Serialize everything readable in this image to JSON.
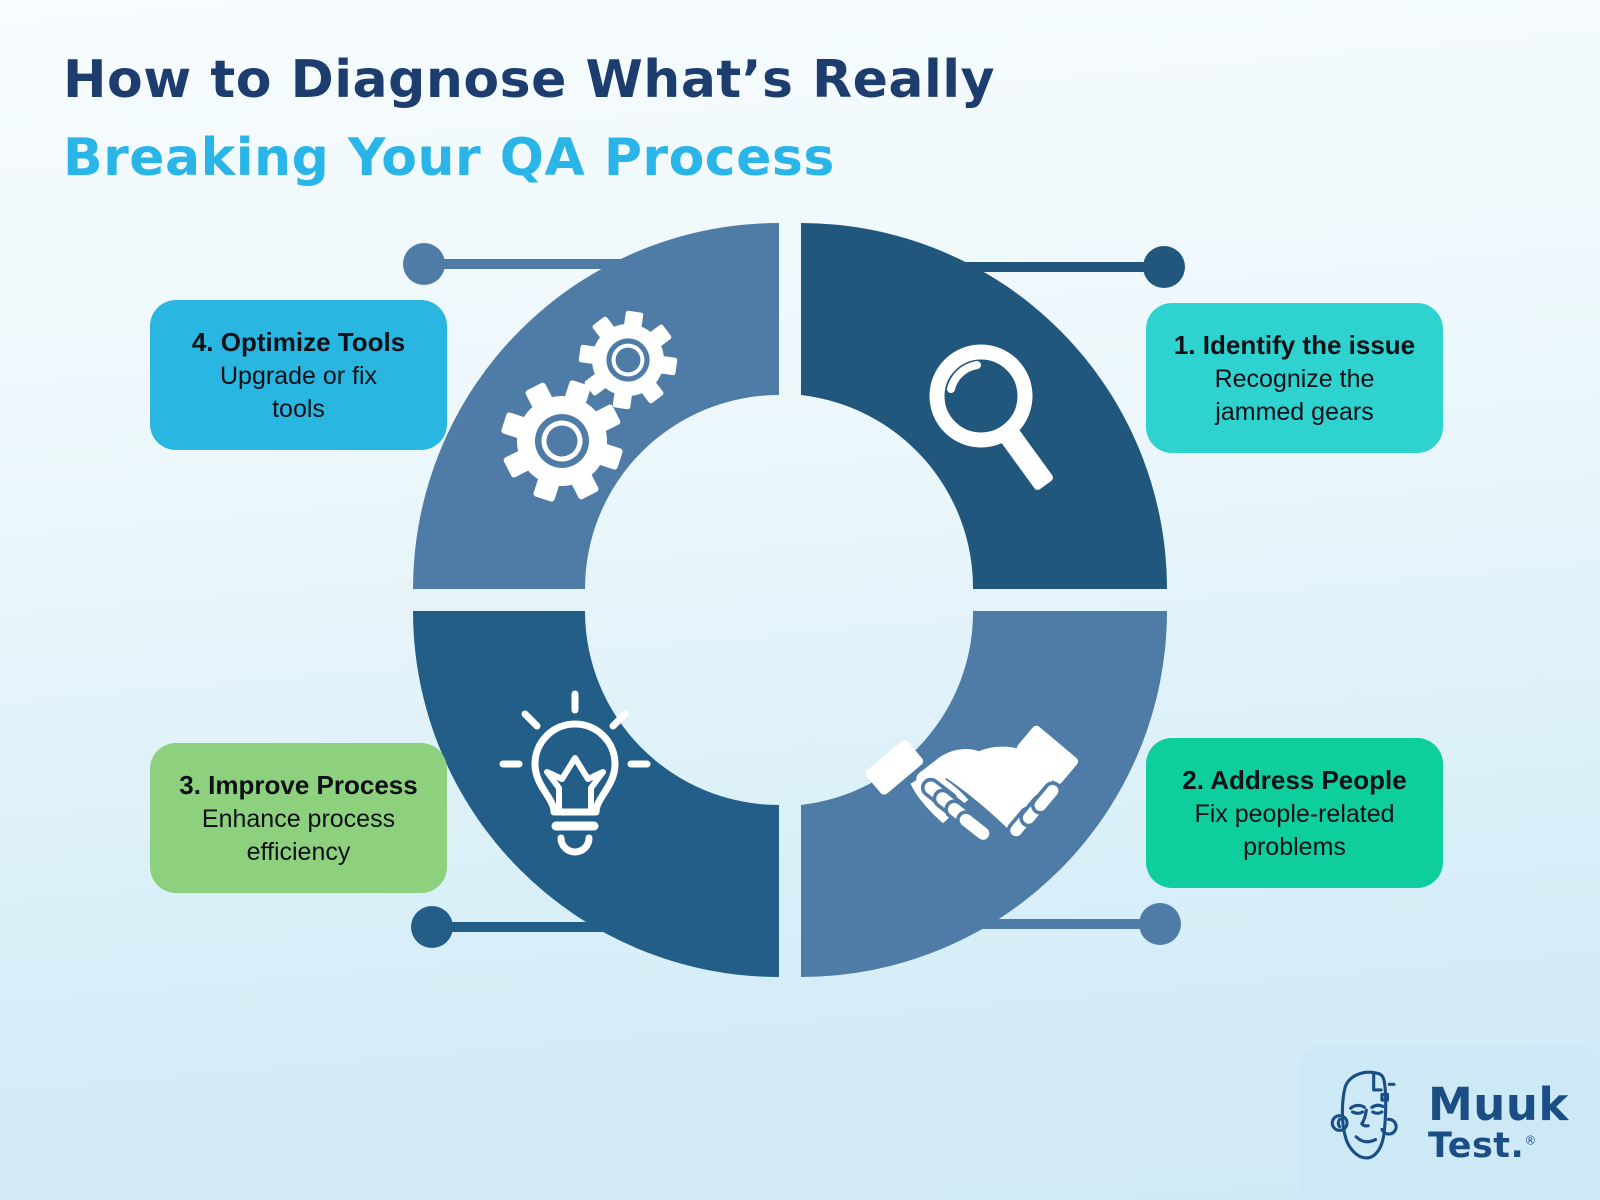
{
  "title": {
    "line1": "How to Diagnose What’s Really",
    "line2": "Breaking Your QA Process"
  },
  "colors": {
    "title_line1": "#1C3D6E",
    "title_line2": "#2AB5E8",
    "quadrant_steel": "#4F7CA6",
    "quadrant_navy_top": "#21567D",
    "quadrant_navy_bottom": "#235E88",
    "icon_white": "#FFFFFF",
    "box_text": "#0D1117",
    "logo_navy": "#1A4E85",
    "logo_panel": "#CDE9F5"
  },
  "steps": [
    {
      "label": "1. Identify the issue",
      "desc_line1": "Recognize the",
      "desc_line2": "jammed gears",
      "box_color": "#2ED2CE",
      "icon": "magnifier-icon",
      "position": "top-right"
    },
    {
      "label": "2. Address People",
      "desc_line1": "Fix people-related",
      "desc_line2": "problems",
      "box_color": "#0ECE9E",
      "icon": "handshake-icon",
      "position": "bottom-right"
    },
    {
      "label": "3. Improve Process",
      "desc_line1": "Enhance process",
      "desc_line2": "efficiency",
      "box_color": "#8DD07E",
      "icon": "lightbulb-icon",
      "position": "bottom-left"
    },
    {
      "label": "4. Optimize Tools",
      "desc_line1": "Upgrade or fix",
      "desc_line2": "tools",
      "box_color": "#29B6E0",
      "icon": "gears-icon",
      "position": "top-left"
    }
  ],
  "logo": {
    "brand_top": "Muuk",
    "brand_bottom": "Test.",
    "registered": "®"
  }
}
